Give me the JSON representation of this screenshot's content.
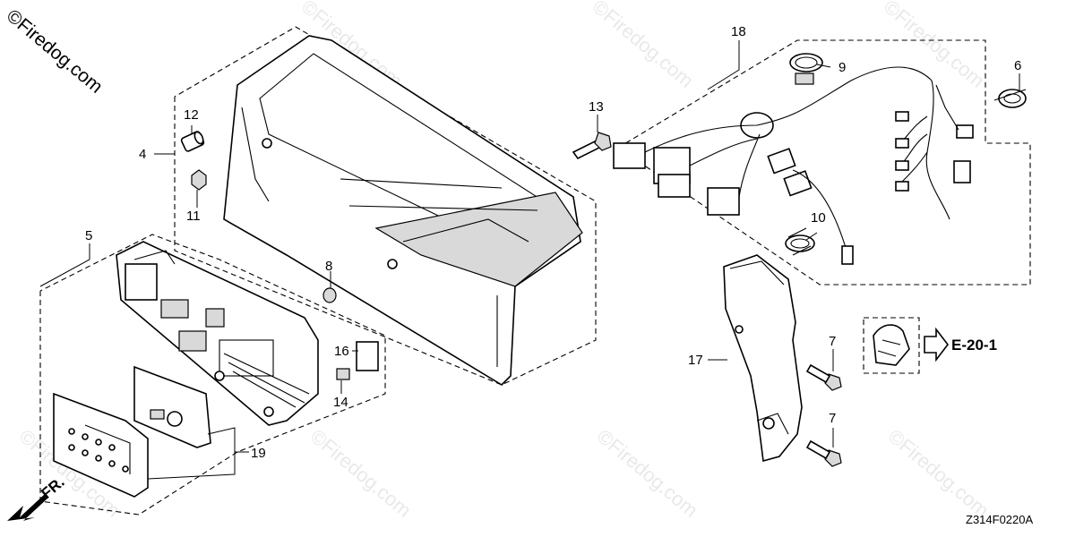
{
  "watermark": {
    "corner_text": "©Firedog.com",
    "tile_text": "©Firedog.com"
  },
  "diagram_code": "Z314F0220A",
  "reference": {
    "text": "E-20-1"
  },
  "direction": {
    "text": "FR."
  },
  "callouts": {
    "c4": "4",
    "c5": "5",
    "c6": "6",
    "c7a": "7",
    "c7b": "7",
    "c8": "8",
    "c9": "9",
    "c10": "10",
    "c11": "11",
    "c12": "12",
    "c13": "13",
    "c14": "14",
    "c16": "16",
    "c17": "17",
    "c18": "18",
    "c19": "19"
  }
}
